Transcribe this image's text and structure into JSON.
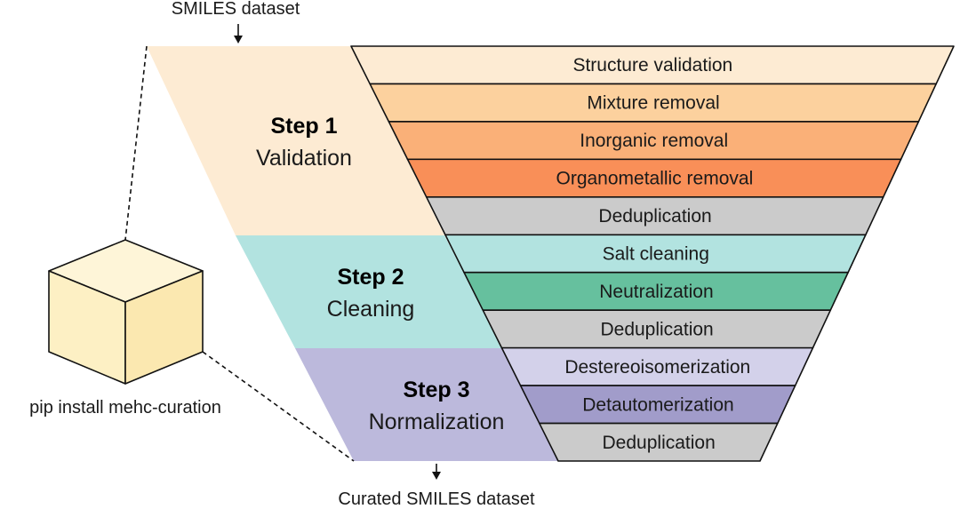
{
  "input_label": "SMILES dataset",
  "output_label": "Curated SMILES dataset",
  "package_label": "pip install mehc-curation",
  "steps": [
    {
      "title": "Step 1",
      "subtitle": "Validation",
      "color": "#fdebd3",
      "substeps": [
        {
          "label": "Structure validation",
          "color": "#fdebd3"
        },
        {
          "label": "Mixture removal",
          "color": "#fcd19e"
        },
        {
          "label": "Inorganic removal",
          "color": "#fab078"
        },
        {
          "label": "Organometallic removal",
          "color": "#f98f58"
        },
        {
          "label": "Deduplication",
          "color": "#cbcbcb"
        }
      ]
    },
    {
      "title": "Step 2",
      "subtitle": "Cleaning",
      "color": "#b2e3e0",
      "substeps": [
        {
          "label": "Salt cleaning",
          "color": "#b2e3e0"
        },
        {
          "label": "Neutralization",
          "color": "#66c09e"
        },
        {
          "label": "Deduplication",
          "color": "#cbcbcb"
        }
      ]
    },
    {
      "title": "Step 3",
      "subtitle": "Normalization",
      "color": "#bcb9dc",
      "substeps": [
        {
          "label": "Destereoisomerization",
          "color": "#d3d1ea"
        },
        {
          "label": "Detautomerization",
          "color": "#a19cca"
        },
        {
          "label": "Deduplication",
          "color": "#cbcbcb"
        }
      ]
    }
  ],
  "cube_colors": {
    "front": "#fdf0c4",
    "top": "#fef5d8",
    "side": "#fbe8b0"
  }
}
